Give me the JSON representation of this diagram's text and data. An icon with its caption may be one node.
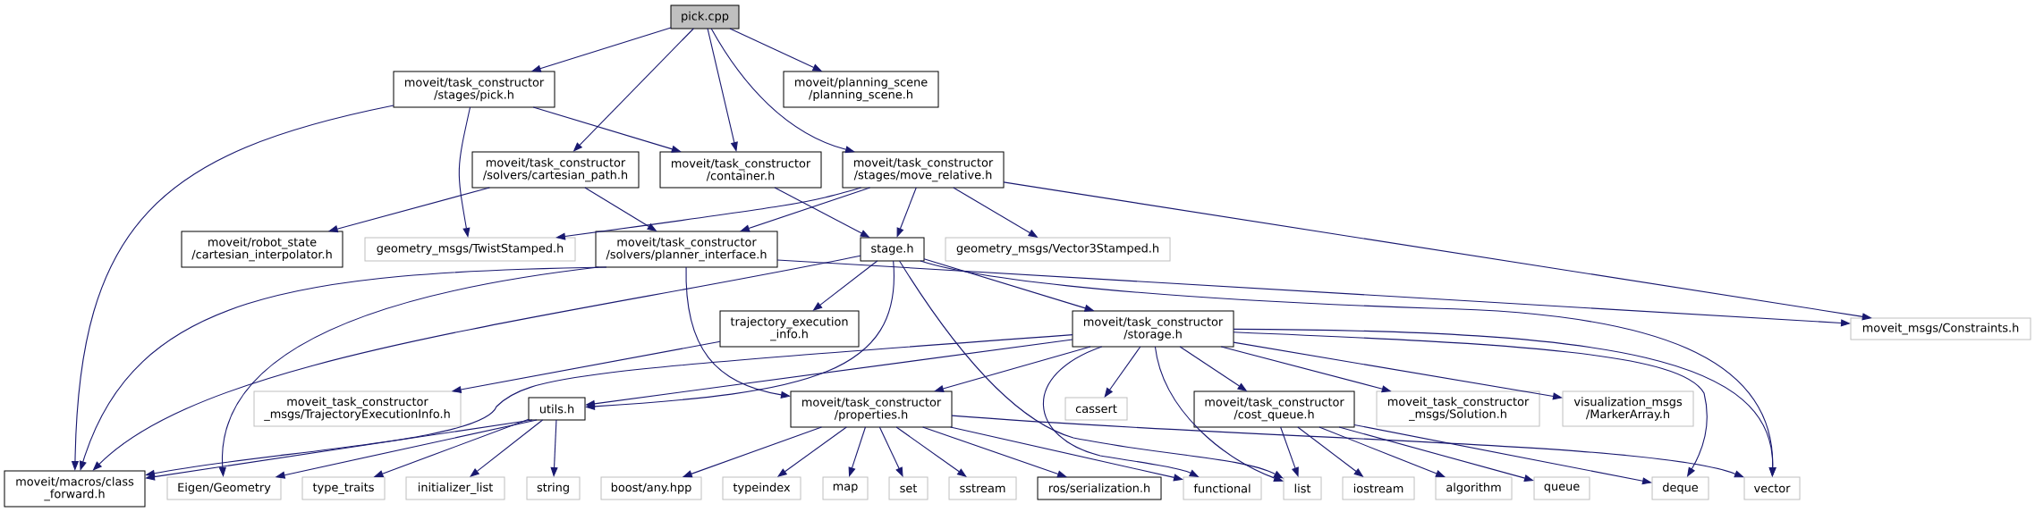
{
  "diagram": {
    "nodes": [
      {
        "text": [
          "pick.cpp"
        ]
      },
      {
        "text": [
          "moveit/task_constructor /stages/pick.h"
        ]
      },
      {
        "text": [
          "moveit/planning_scene /planning_scene.h"
        ]
      },
      {
        "text": [
          "moveit/task_constructor /solvers/cartesian_path.h"
        ]
      },
      {
        "text": [
          "moveit/task_constructor /container.h"
        ]
      },
      {
        "text": [
          "moveit/task_constructor /stages/move_relative.h"
        ]
      },
      {
        "text": [
          "moveit/robot_state /cartesian_interpolator.h"
        ]
      },
      {
        "text": [
          "geometry_msgs/TwistStamped.h"
        ]
      },
      {
        "text": [
          "moveit/task_constructor /solvers/planner_interface.h"
        ]
      },
      {
        "text": [
          "stage.h"
        ]
      },
      {
        "text": [
          "geometry_msgs/Vector3Stamped.h"
        ]
      },
      {
        "text": [
          "trajectory_execution _info.h"
        ]
      },
      {
        "text": [
          "moveit/task_constructor /storage.h"
        ]
      },
      {
        "text": [
          "moveit_msgs/Constraints.h"
        ]
      },
      {
        "text": [
          "moveit_task_constructor _msgs/TrajectoryExecutionInfo.h"
        ]
      },
      {
        "text": [
          "utils.h"
        ]
      },
      {
        "text": [
          "moveit/task_constructor /properties.h"
        ]
      },
      {
        "text": [
          "cassert"
        ]
      },
      {
        "text": [
          "moveit/task_constructor /cost_queue.h"
        ]
      },
      {
        "text": [
          "moveit_task_constructor _msgs/Solution.h"
        ]
      },
      {
        "text": [
          "visualization_msgs /MarkerArray.h"
        ]
      },
      {
        "text": [
          "moveit/macros/class _forward.h"
        ]
      },
      {
        "text": [
          "Eigen/Geometry"
        ]
      },
      {
        "text": [
          "type_traits"
        ]
      },
      {
        "text": [
          "initializer_list"
        ]
      },
      {
        "text": [
          "string"
        ]
      },
      {
        "text": [
          "boost/any.hpp"
        ]
      },
      {
        "text": [
          "typeindex"
        ]
      },
      {
        "text": [
          "map"
        ]
      },
      {
        "text": [
          "set"
        ]
      },
      {
        "text": [
          "sstream"
        ]
      },
      {
        "text": [
          "ros/serialization.h"
        ]
      },
      {
        "text": [
          "functional"
        ]
      },
      {
        "text": [
          "list"
        ]
      },
      {
        "text": [
          "iostream"
        ]
      },
      {
        "text": [
          "algorithm"
        ]
      },
      {
        "text": [
          "queue"
        ]
      },
      {
        "text": [
          "deque"
        ]
      },
      {
        "text": [
          "vector"
        ]
      }
    ],
    "edges": [
      {
        "from": 0,
        "to": 1,
        "arrow": "to"
      },
      {
        "from": 0,
        "to": 3,
        "arrow": "to"
      },
      {
        "from": 0,
        "to": 4,
        "arrow": "to"
      },
      {
        "from": 0,
        "to": 5,
        "arrow": "to"
      },
      {
        "from": 0,
        "to": 2,
        "arrow": "to"
      },
      {
        "from": 1,
        "to": 21,
        "arrow": "to"
      },
      {
        "from": 1,
        "to": 7,
        "arrow": "to"
      },
      {
        "from": 1,
        "to": 4,
        "arrow": "to"
      },
      {
        "from": 3,
        "to": 6,
        "arrow": "to"
      },
      {
        "from": 3,
        "to": 8,
        "arrow": "to"
      },
      {
        "from": 4,
        "to": 9,
        "arrow": "to"
      },
      {
        "from": 5,
        "to": 7,
        "arrow": "to"
      },
      {
        "from": 5,
        "to": 8,
        "arrow": "to"
      },
      {
        "from": 5,
        "to": 9,
        "arrow": "to"
      },
      {
        "from": 5,
        "to": 10,
        "arrow": "to"
      },
      {
        "from": 5,
        "to": 13,
        "arrow": "to"
      },
      {
        "from": 8,
        "to": 21,
        "arrow": "to"
      },
      {
        "from": 8,
        "to": 22,
        "arrow": "to"
      },
      {
        "from": 8,
        "to": 16,
        "arrow": "to"
      },
      {
        "from": 8,
        "to": 13,
        "arrow": "to"
      },
      {
        "from": 9,
        "to": 11,
        "arrow": "to"
      },
      {
        "from": 9,
        "to": 12,
        "arrow": "to"
      },
      {
        "from": 9,
        "to": 15,
        "arrow": "to"
      },
      {
        "from": 9,
        "to": 21,
        "arrow": "to"
      },
      {
        "from": 9,
        "to": 33,
        "arrow": "to"
      },
      {
        "from": 9,
        "to": 38,
        "arrow": "to"
      },
      {
        "from": 11,
        "to": 14,
        "arrow": "to"
      },
      {
        "from": 12,
        "to": 15,
        "arrow": "to"
      },
      {
        "from": 12,
        "to": 21,
        "arrow": "to"
      },
      {
        "from": 12,
        "to": 16,
        "arrow": "to"
      },
      {
        "from": 12,
        "to": 17,
        "arrow": "to"
      },
      {
        "from": 12,
        "to": 32,
        "arrow": "to"
      },
      {
        "from": 12,
        "to": 33,
        "arrow": "to"
      },
      {
        "from": 12,
        "to": 18,
        "arrow": "to"
      },
      {
        "from": 12,
        "to": 19,
        "arrow": "to"
      },
      {
        "from": 12,
        "to": 20,
        "arrow": "to"
      },
      {
        "from": 12,
        "to": 37,
        "arrow": "to"
      },
      {
        "from": 12,
        "to": 38,
        "arrow": "to"
      },
      {
        "from": 15,
        "to": 21,
        "arrow": "to"
      },
      {
        "from": 15,
        "to": 22,
        "arrow": "to"
      },
      {
        "from": 15,
        "to": 23,
        "arrow": "to"
      },
      {
        "from": 15,
        "to": 24,
        "arrow": "to"
      },
      {
        "from": 15,
        "to": 25,
        "arrow": "to"
      },
      {
        "from": 16,
        "to": 26,
        "arrow": "to"
      },
      {
        "from": 16,
        "to": 27,
        "arrow": "to"
      },
      {
        "from": 16,
        "to": 28,
        "arrow": "to"
      },
      {
        "from": 16,
        "to": 29,
        "arrow": "to"
      },
      {
        "from": 16,
        "to": 30,
        "arrow": "to"
      },
      {
        "from": 16,
        "to": 31,
        "arrow": "to"
      },
      {
        "from": 16,
        "to": 32,
        "arrow": "to"
      },
      {
        "from": 16,
        "to": 38,
        "arrow": "to"
      },
      {
        "from": 18,
        "to": 33,
        "arrow": "to"
      },
      {
        "from": 18,
        "to": 34,
        "arrow": "to"
      },
      {
        "from": 18,
        "to": 35,
        "arrow": "to"
      },
      {
        "from": 18,
        "to": 36,
        "arrow": "to"
      },
      {
        "from": 18,
        "to": 37,
        "arrow": "to"
      }
    ]
  }
}
